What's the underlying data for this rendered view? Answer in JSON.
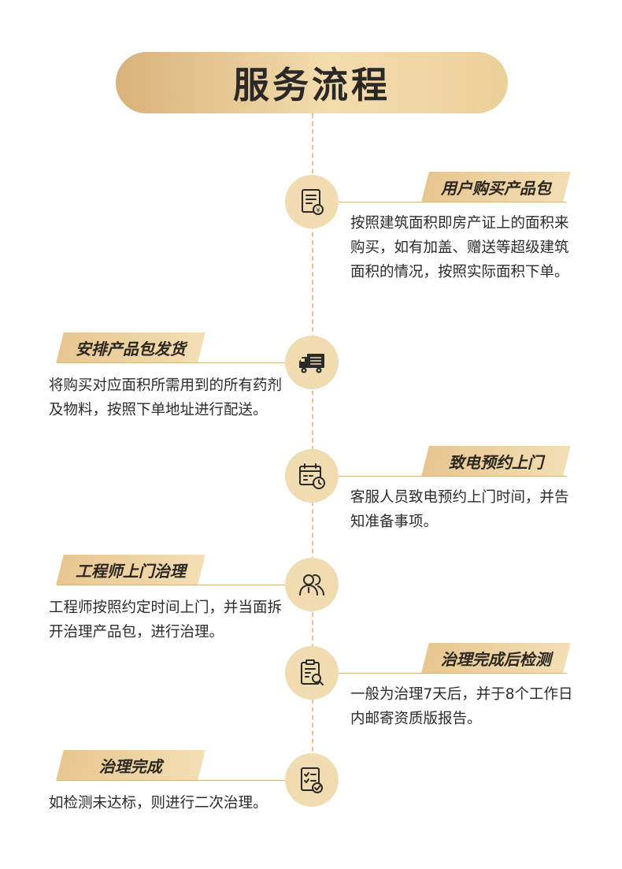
{
  "title": "服务流程",
  "steps": [
    {
      "title": "用户购买产品包",
      "desc": "按照建筑面积即房产证上的面积来购买，如有加盖、赠送等超级建筑面积的情况，按照实际面积下单。",
      "icon": "invoice-icon"
    },
    {
      "title": "安排产品包发货",
      "desc": "将购买对应面积所需用到的所有药剂及物料，按照下单地址进行配送。",
      "icon": "truck-icon"
    },
    {
      "title": "致电预约上门",
      "desc": "客服人员致电预约上门时间，并告知准备事项。",
      "icon": "calendar-clock-icon"
    },
    {
      "title": "工程师上门治理",
      "desc": "工程师按照约定时间上门，并当面拆开治理产品包，进行治理。",
      "icon": "engineers-icon"
    },
    {
      "title": "治理完成后检测",
      "desc": "一般为治理7天后，并于8个工作日内邮寄资质版报告。",
      "icon": "clipboard-search-icon"
    },
    {
      "title": "治理完成",
      "desc": "如检测未达标，则进行二次治理。",
      "icon": "checklist-icon"
    }
  ],
  "colors": {
    "accent": "#d8b27b",
    "icon_bg": "#f1dcb2",
    "text": "#2b2b2b"
  }
}
